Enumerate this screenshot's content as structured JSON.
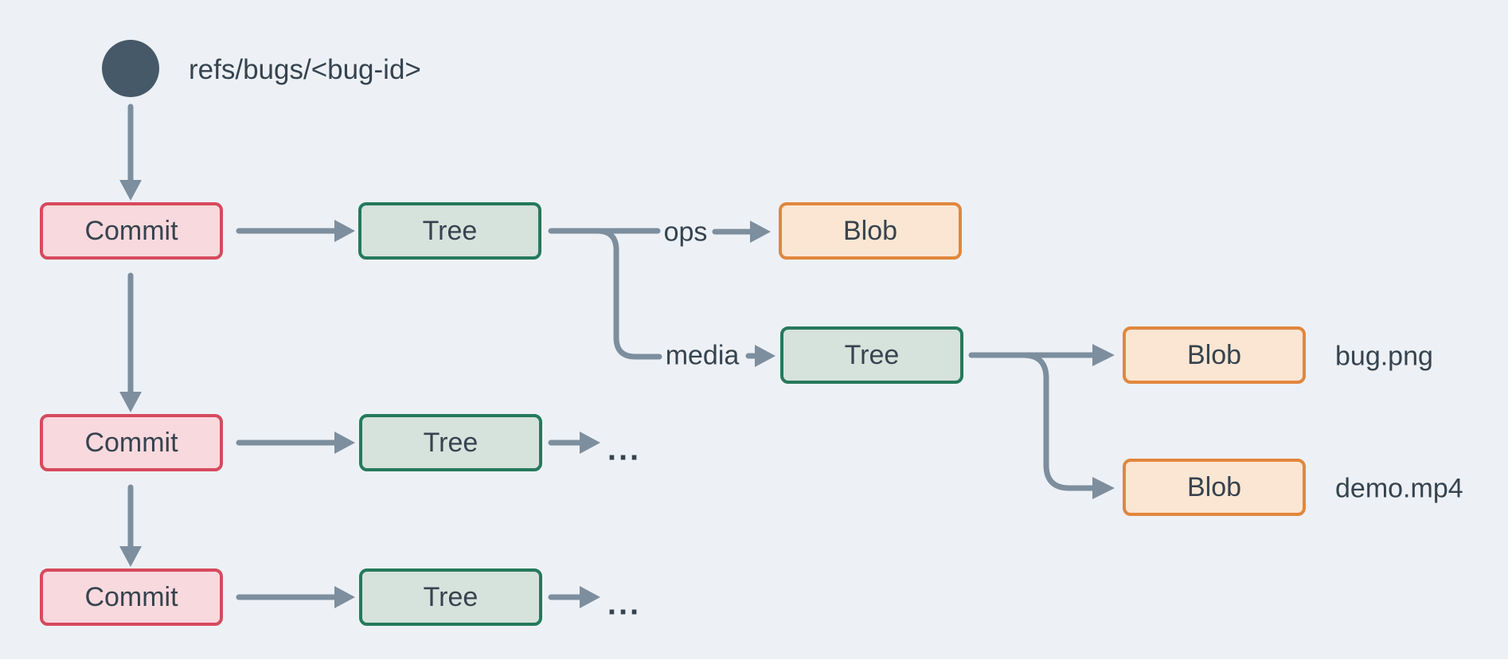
{
  "ref": {
    "label": "refs/bugs/<bug-id>"
  },
  "nodes": {
    "commit_1": "Commit",
    "tree_1": "Tree",
    "blob_ops": "Blob",
    "tree_media": "Tree",
    "blob_bug": "Blob",
    "blob_demo": "Blob",
    "commit_2": "Commit",
    "tree_2": "Tree",
    "commit_3": "Commit",
    "tree_3": "Tree"
  },
  "edge_labels": {
    "ops": "ops",
    "media": "media"
  },
  "file_labels": {
    "bug": "bug.png",
    "demo": "demo.mp4"
  },
  "ellipsis": "...",
  "colors": {
    "background": "#edf1f5",
    "ref_node": "#465968",
    "arrow": "#7d8e9e",
    "commit_fill": "#f8d9dd",
    "commit_border": "#d64a5e",
    "tree_fill": "#d6e2dc",
    "tree_border": "#26795c",
    "blob_fill": "#fbe6d3",
    "blob_border": "#e1873d",
    "text": "#36434f",
    "footer_strip": "#ffffff"
  }
}
